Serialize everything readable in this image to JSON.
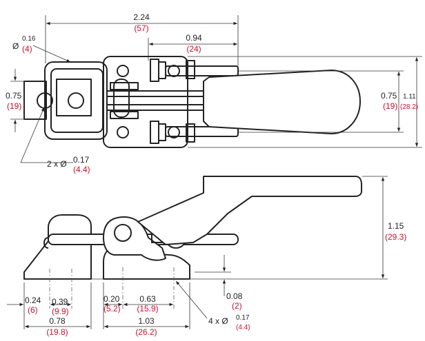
{
  "colors": {
    "line": "#222222",
    "metric": "#c8102e",
    "background": "#ffffff"
  },
  "top_view": {
    "overall_length": {
      "in": "2.24",
      "mm": "(57)"
    },
    "handle_offset": {
      "in": "0.94",
      "mm": "(24)"
    },
    "pin_diameter": {
      "prefix": "Ø",
      "in": "0.16",
      "mm": "(4)"
    },
    "left_spacing": {
      "in": "0.75",
      "mm": "(19)"
    },
    "right_spacing": {
      "in": "0.75",
      "mm": "(19)"
    },
    "total_width": {
      "in": "1.11",
      "mm": "(28.2)"
    },
    "hook_holes": {
      "prefix": "2 x Ø",
      "in": "0.17",
      "mm": "(4.4)"
    }
  },
  "side_view": {
    "height": {
      "in": "1.15",
      "mm": "(29.3)"
    },
    "base_thickness": {
      "in": "0.08",
      "mm": "(2)"
    },
    "hook_hole_offset": {
      "in": "0.24",
      "mm": "(6)"
    },
    "hook_hole_spacing": {
      "in": "0.39",
      "mm": "(9.9)"
    },
    "hook_base_length": {
      "in": "0.78",
      "mm": "(19.8)"
    },
    "latch_hole_offset": {
      "in": "0.20",
      "mm": "(5.2)"
    },
    "latch_hole_spacing": {
      "in": "0.63",
      "mm": "(15.9)"
    },
    "latch_base_length": {
      "in": "1.03",
      "mm": "(26.2)"
    },
    "mount_holes": {
      "prefix": "4 x Ø",
      "in": "0.17",
      "mm": "(4.4)"
    }
  }
}
